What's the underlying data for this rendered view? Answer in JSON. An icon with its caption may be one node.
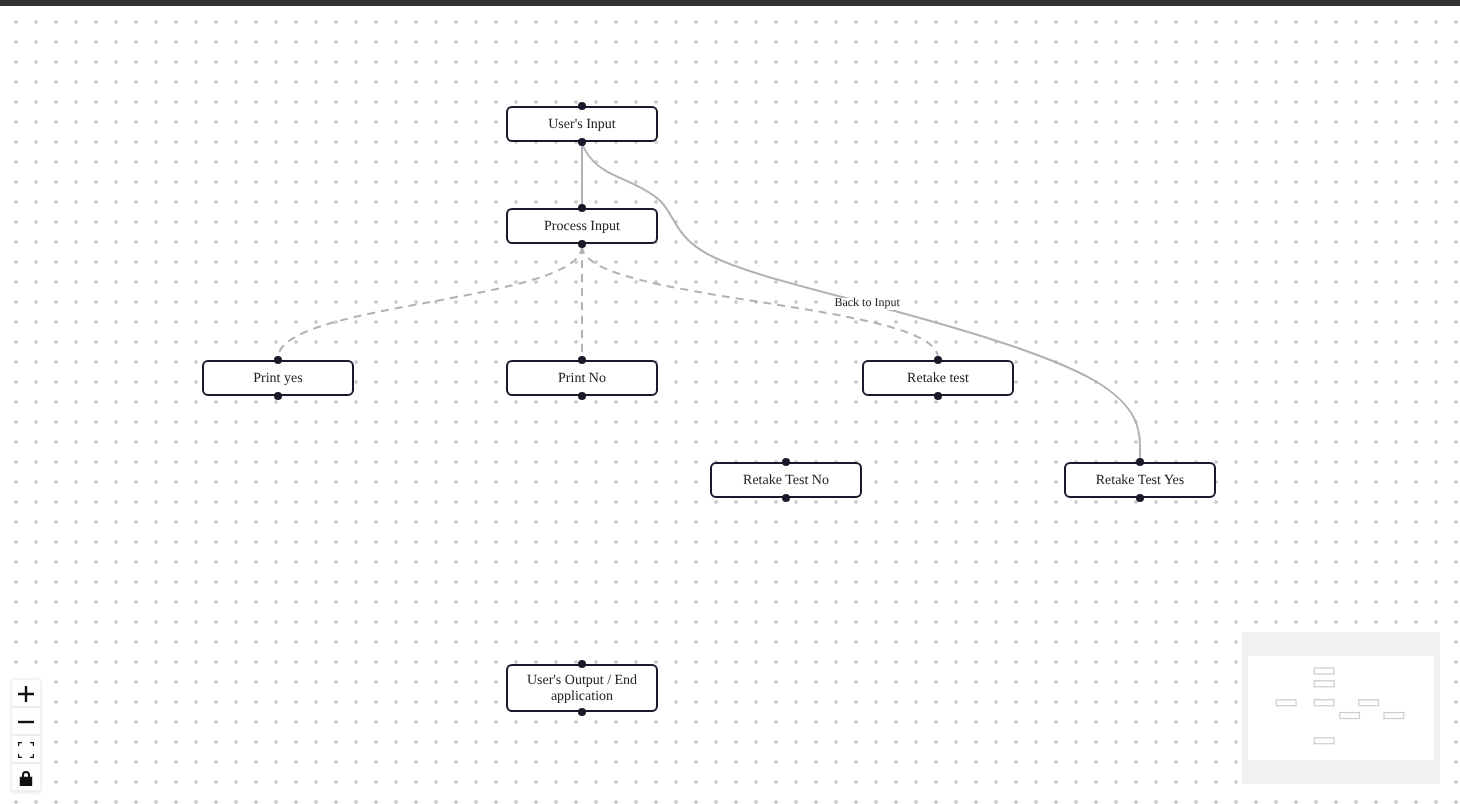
{
  "diagram": {
    "nodes": [
      {
        "text": [
          "User's Input"
        ]
      },
      {
        "text": [
          "Process Input"
        ]
      },
      {
        "text": [
          "Print yes"
        ]
      },
      {
        "text": [
          "Print No"
        ]
      },
      {
        "text": [
          "Retake test"
        ]
      },
      {
        "text": [
          "Retake Test No"
        ]
      },
      {
        "text": [
          "Retake Test Yes"
        ]
      },
      {
        "text": [
          "User's Output / End application"
        ]
      }
    ],
    "edges": [
      {
        "from": 0,
        "to": 1,
        "arrow": "none"
      },
      {
        "from": 1,
        "to": 2,
        "arrow": "none",
        "style": "dashed"
      },
      {
        "from": 1,
        "to": 3,
        "arrow": "none",
        "style": "dashed"
      },
      {
        "from": 1,
        "to": 4,
        "arrow": "none",
        "style": "dashed"
      },
      {
        "from": 0,
        "to": 6,
        "arrow": "none",
        "label": "Back to Input"
      }
    ]
  }
}
